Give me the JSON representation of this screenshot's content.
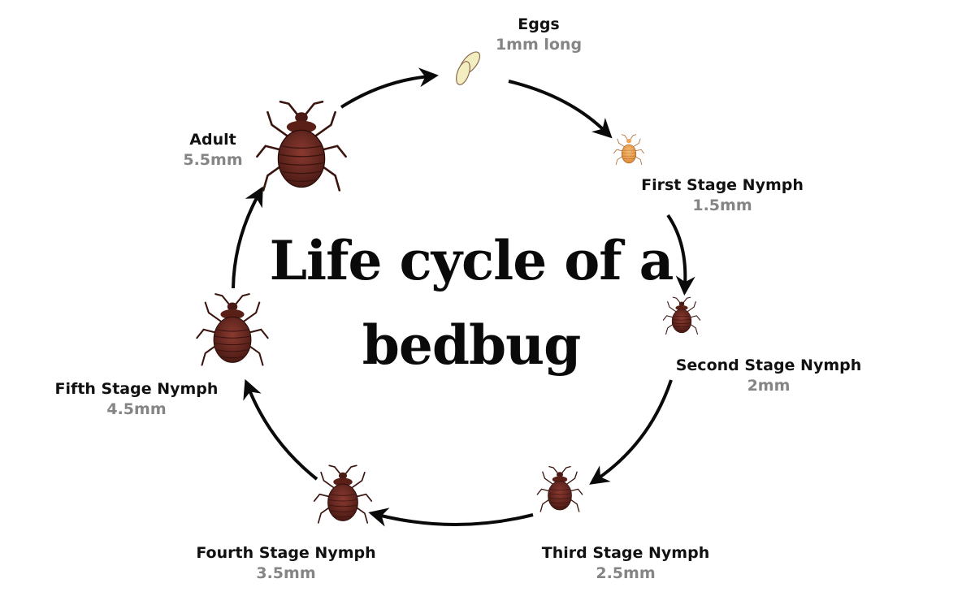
{
  "title": {
    "line1": "Life cycle of a",
    "line2": "bedbug"
  },
  "stages": [
    {
      "name": "Eggs",
      "size": "1mm long",
      "icon": "eggs-icon"
    },
    {
      "name": "First Stage Nymph",
      "size": "1.5mm",
      "icon": "bedbug-icon"
    },
    {
      "name": "Second Stage Nymph",
      "size": "2mm",
      "icon": "bedbug-icon"
    },
    {
      "name": "Third Stage Nymph",
      "size": "2.5mm",
      "icon": "bedbug-icon"
    },
    {
      "name": "Fourth Stage Nymph",
      "size": "3.5mm",
      "icon": "bedbug-icon"
    },
    {
      "name": "Fifth Stage Nymph",
      "size": "4.5mm",
      "icon": "bedbug-icon"
    },
    {
      "name": "Adult",
      "size": "5.5mm",
      "icon": "bedbug-icon"
    }
  ],
  "colors": {
    "bug": "#6a2820",
    "nymph1": "#f0a455",
    "egg": "#f3eec0",
    "sublabel": "#858585"
  }
}
